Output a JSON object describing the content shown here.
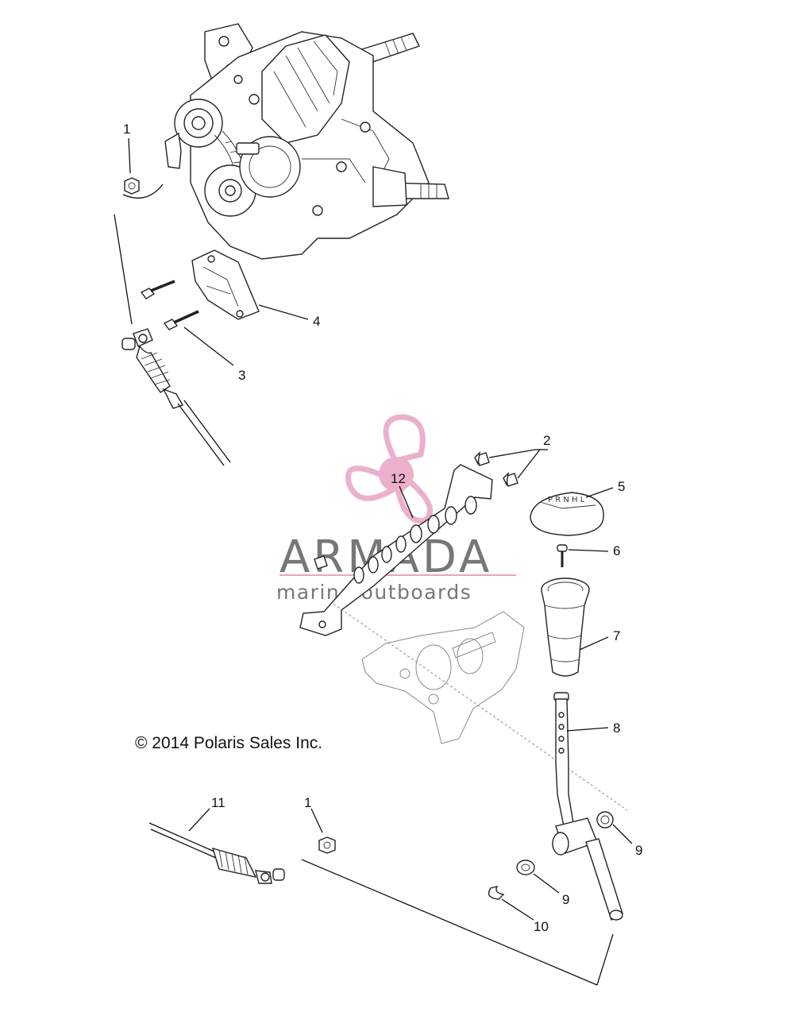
{
  "copyright": "© 2014 Polaris Sales Inc.",
  "watermark": {
    "brand": "ARMADA",
    "tagline": "marine outboards",
    "accent_color": "#e8a3c4",
    "text_color": "#777777"
  },
  "callouts": {
    "c1a": "1",
    "c1b": "1",
    "c2": "2",
    "c3": "3",
    "c4": "4",
    "c5": "5",
    "c6": "6",
    "c7": "7",
    "c8": "8",
    "c9a": "9",
    "c9b": "9",
    "c10": "10",
    "c11": "11",
    "c12": "12"
  }
}
